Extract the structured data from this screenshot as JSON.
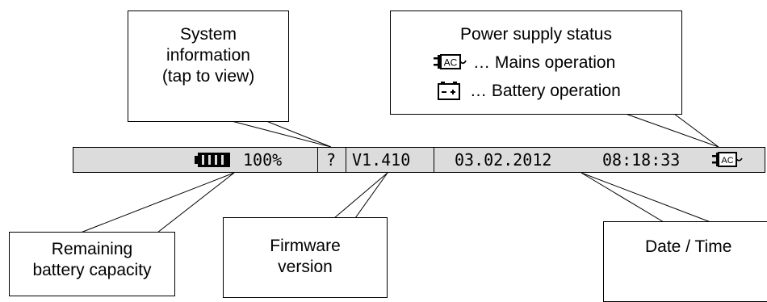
{
  "callouts": {
    "system_info": [
      "System",
      "information",
      "(tap to view)"
    ],
    "power_supply": {
      "title": "Power supply status",
      "mains": "… Mains operation",
      "battery": "… Battery operation"
    },
    "battery_capacity": [
      "Remaining",
      "battery capacity"
    ],
    "firmware": [
      "Firmware",
      "version"
    ],
    "datetime": "Date / Time"
  },
  "statusbar": {
    "battery_percent": "100%",
    "info_button": "?",
    "firmware_version": "V1.410",
    "date": "03.02.2012",
    "time": "08:18:33",
    "bar_color": "#dcdcdc"
  },
  "icons": [
    "battery-icon",
    "mains-plug-icon",
    "battery-operation-icon"
  ]
}
